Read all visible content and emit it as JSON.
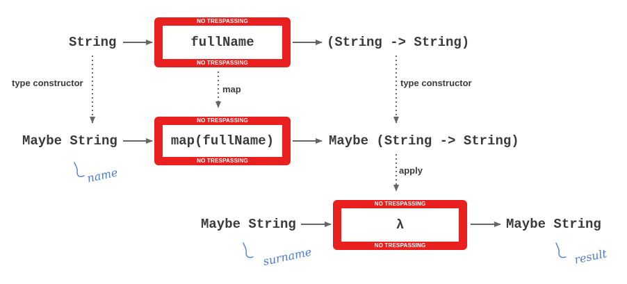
{
  "colors": {
    "box_border": "#e8201f",
    "text": "#3a3a3a",
    "arrow": "#666666",
    "handwriting": "#4a7bd6"
  },
  "warning_text": "NO TRESPASSING",
  "row1": {
    "input": "String",
    "box": "fullName",
    "output": "(String -> String)"
  },
  "row2": {
    "input": "Maybe String",
    "box": "map(fullName)",
    "output": "Maybe (String -> String)",
    "input_note": "name"
  },
  "row3": {
    "input": "Maybe String",
    "box": "λ",
    "output": "Maybe String",
    "input_note": "surname",
    "output_note": "result"
  },
  "edges": {
    "left_vertical": "type constructor",
    "middle_vertical": "map",
    "right_vertical": "type constructor",
    "apply_vertical": "apply"
  }
}
